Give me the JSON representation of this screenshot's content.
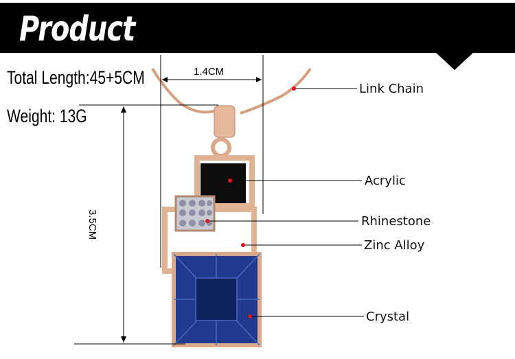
{
  "header": {
    "title": "Product"
  },
  "specs": {
    "total_length": "Total Length:45+5CM",
    "weight": "Weight:  13G"
  },
  "dimensions": {
    "width": "1.4CM",
    "height": "3.5CM"
  },
  "parts": [
    {
      "label": "Link Chain"
    },
    {
      "label": "Acrylic"
    },
    {
      "label": "Rhinestone"
    },
    {
      "label": "Zinc Alloy"
    },
    {
      "label": "Crystal"
    }
  ],
  "colors": {
    "banner": "#000000",
    "gold": "#d9a98a",
    "crystal": "#1f3a8f",
    "marker": "#e0141e"
  }
}
